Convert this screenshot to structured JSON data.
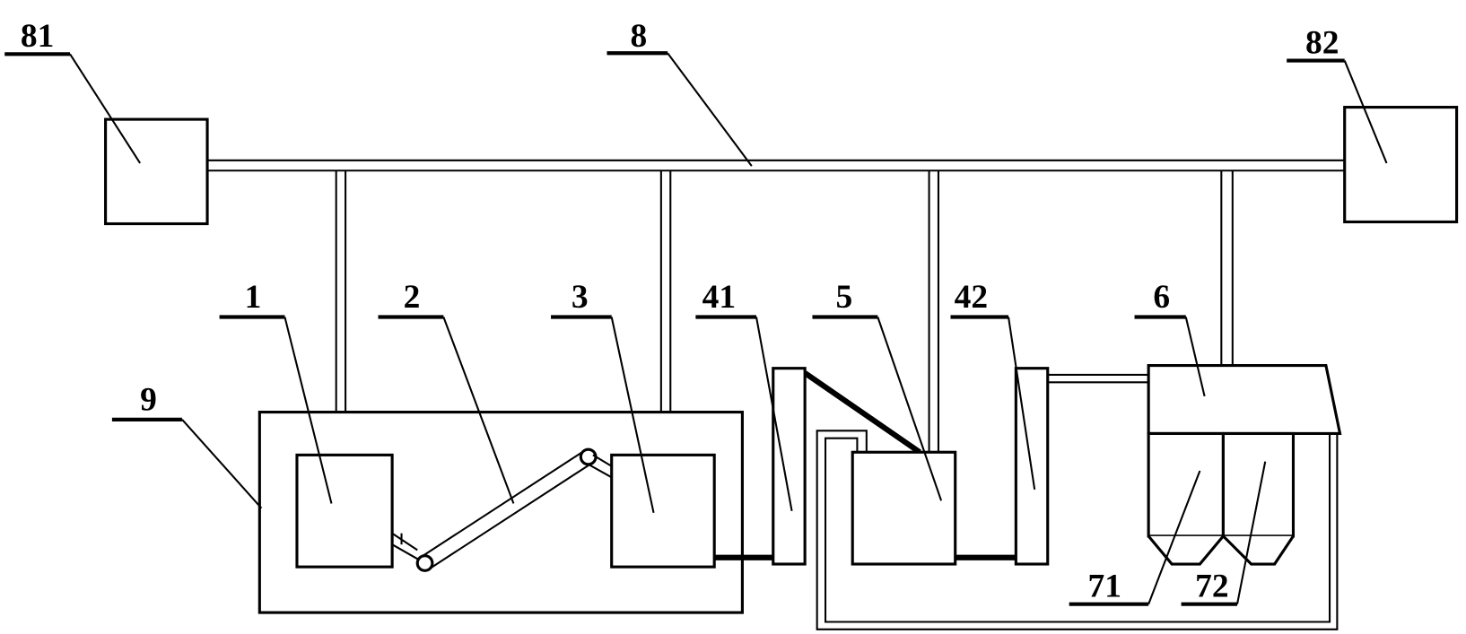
{
  "diagram": {
    "labels": {
      "l81": "81",
      "l82": "82",
      "l8": "8",
      "l9": "9",
      "l1": "1",
      "l2": "2",
      "l3": "3",
      "l41": "41",
      "l5": "5",
      "l42": "42",
      "l6": "6",
      "l71": "71",
      "l72": "72"
    },
    "colors": {
      "line": "#000000",
      "background": "#ffffff"
    }
  }
}
